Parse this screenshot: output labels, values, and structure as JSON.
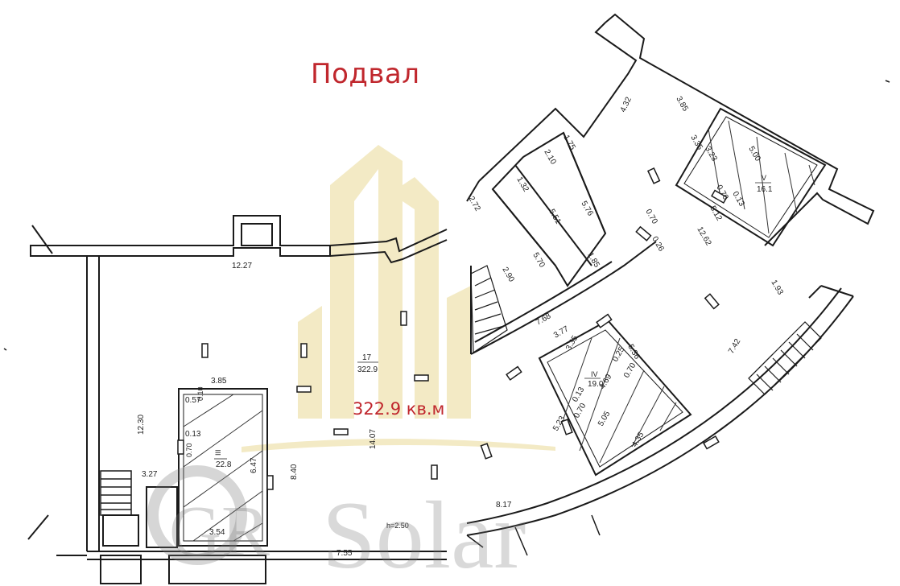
{
  "title": "Подвал",
  "area_label": "322.9 кв.м",
  "watermark": {
    "text": "Solar",
    "logo_letters": "GR"
  },
  "colors": {
    "title": "#c0272d",
    "walls": "#1a1a1a",
    "watermark_building": "#efe3b2"
  },
  "room_labels": {
    "r17_num": "17",
    "r17_area": "322.9",
    "r3_num": "III",
    "r3_area": "22.8",
    "r5_num": "V",
    "r5_area": "16.1",
    "r4_num": "IV",
    "r4_area": "19.0"
  },
  "dimensions": {
    "d_12_27": "12.27",
    "d_3_85": "3.85",
    "d_0_57": "0.57",
    "d_0_10": "0.10",
    "d_0_13a": "0.13",
    "d_0_70a": "0.70",
    "d_12_30": "12.30",
    "d_3_27": "3.27",
    "d_6_47": "6.47",
    "d_3_54": "3.54",
    "d_8_40": "8.40",
    "d_14_07": "14.07",
    "d_h": "h=2.50",
    "d_7_55": "7.55",
    "d_4_32": "4.32",
    "d_3_85b": "3.85",
    "d_3_35": "3.35",
    "d_3_23": "3.23",
    "d_5_00": "5.00",
    "d_2_10": "2.10",
    "d_1_75": "1.75",
    "d_1_32": "1.32",
    "d_5_51": "5.51",
    "d_5_76": "5.76",
    "d_0_70b": "0.70",
    "d_0_13b": "0.13",
    "d_5_12": "5.12",
    "d_0_70c": "0.70",
    "d_0_26": "0.26",
    "d_12_62": "12.62",
    "d_5_70": "5.70",
    "d_1_85": "1.85",
    "d_2_90": "2.90",
    "d_1_93": "1.93",
    "d_7_68": "7.68",
    "d_3_77": "3.77",
    "d_3_35b": "3.35",
    "d_0_25": "0.25",
    "d_5_36": "5.36",
    "d_7_42": "7.42",
    "d_0_70d": "0.70",
    "d_4_69": "4.69",
    "d_0_13c": "0.13",
    "d_0_70e": "0.70",
    "d_5_23": "5.23",
    "d_5_05": "5.05",
    "d_4_35": "4.35",
    "d_8_17": "8.17",
    "d_2_f": "2.72"
  }
}
